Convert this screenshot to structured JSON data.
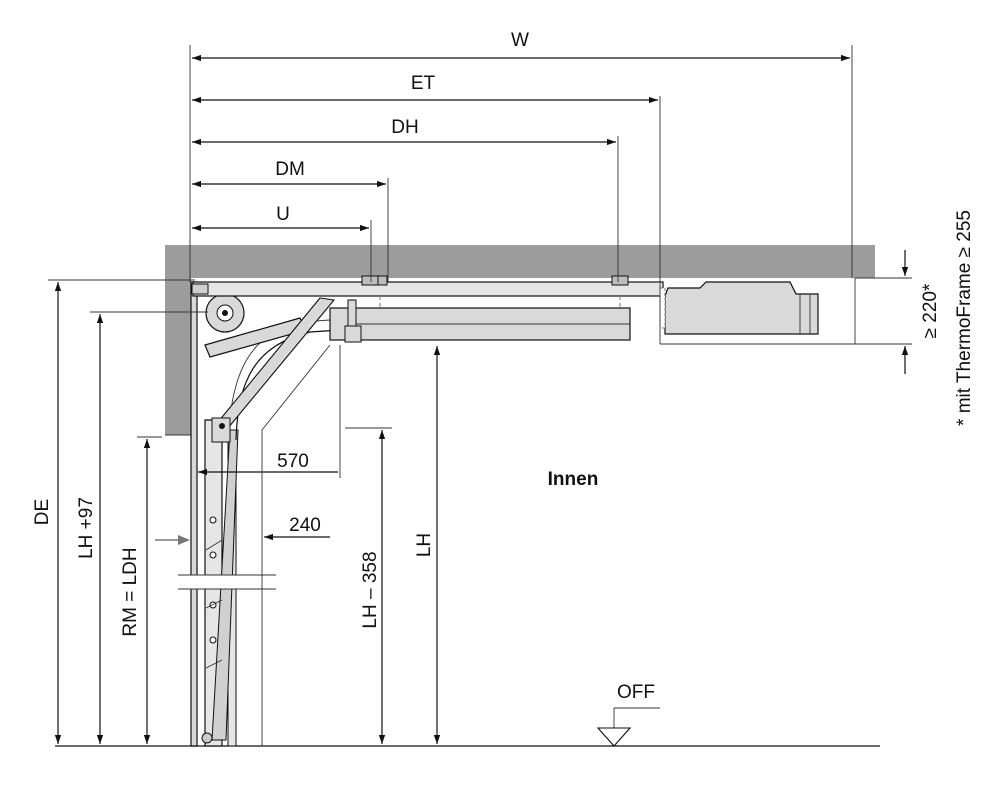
{
  "dimensions": {
    "w": "W",
    "et": "ET",
    "dh": "DH",
    "dm": "DM",
    "u": "U",
    "de": "DE",
    "lh97": "LH +97",
    "rm": "RM = LDH",
    "lh358": "LH – 358",
    "lh": "LH",
    "d570": "570",
    "d240": "240",
    "d220": "≥ 220*"
  },
  "labels": {
    "innen": "Innen",
    "off": "OFF",
    "footnote": "* mit ThermoFrame ≥ 255"
  },
  "colors": {
    "wall": "#9c9c9c",
    "part": "#d9d9d9",
    "line": "#111111"
  }
}
